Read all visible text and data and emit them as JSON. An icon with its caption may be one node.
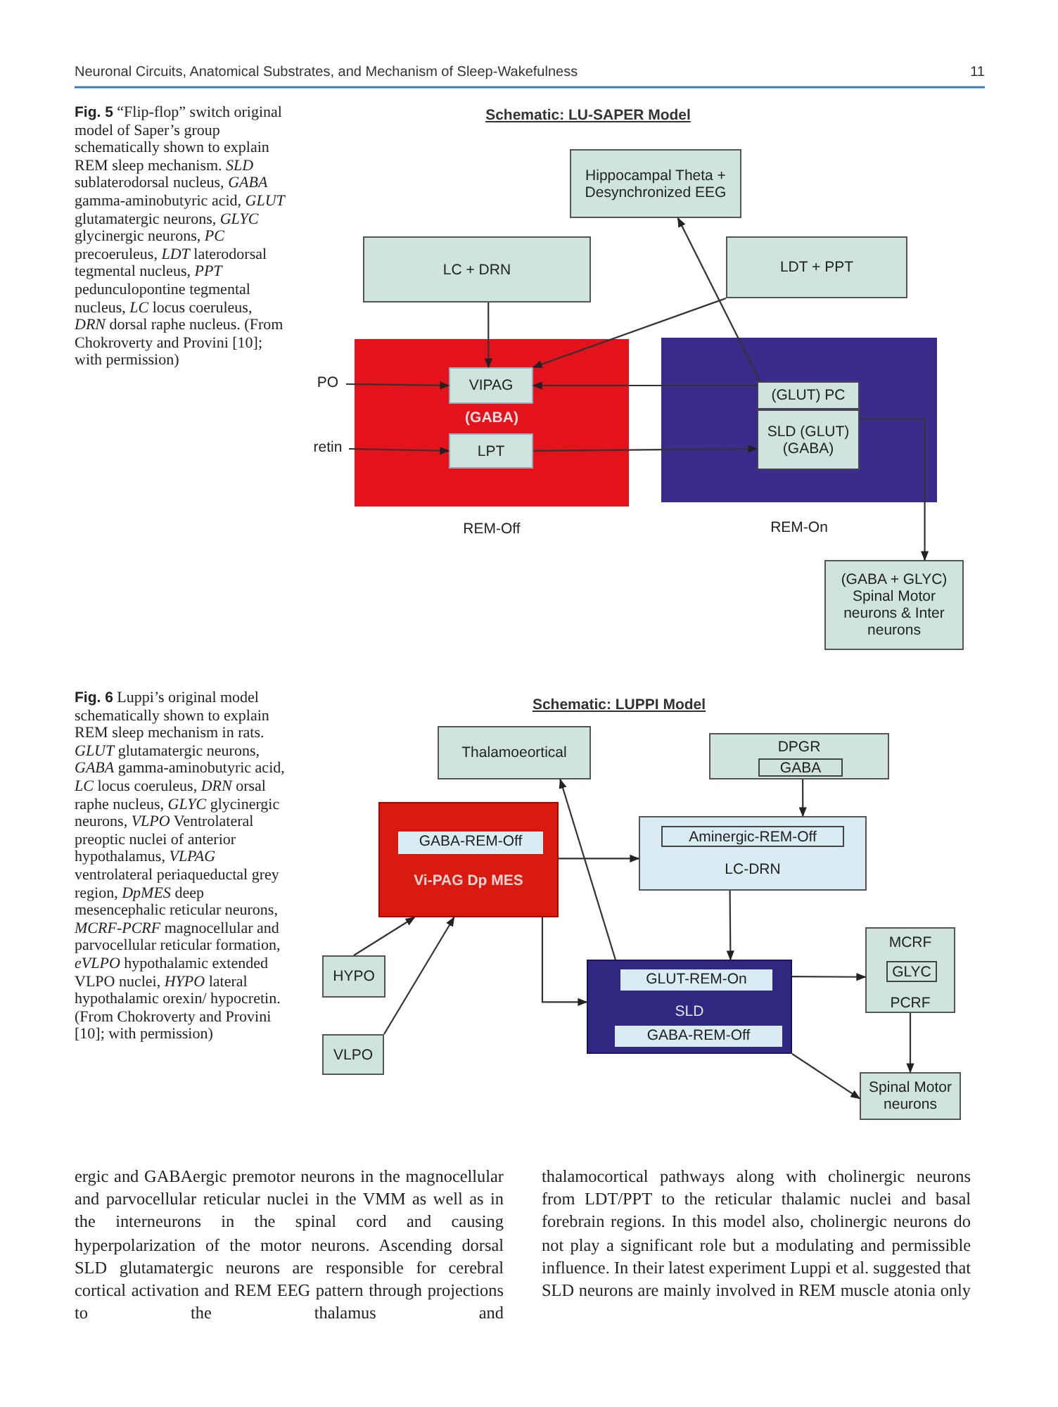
{
  "diagram": {
    "nodes": [
      {
        "text": [
          "(GABA)",
          "REM-Off"
        ]
      },
      {
        "text": [
          "VIPAG"
        ],
        "in": 0
      },
      {
        "text": [
          "LPT"
        ],
        "in": 0
      },
      {
        "text": [
          "REM-On"
        ]
      },
      {
        "text": [
          "(GLUT) PC"
        ],
        "in": 3
      },
      {
        "text": [
          "SLD (GLUT) (GABA)"
        ],
        "in": 3
      },
      {
        "text": [
          "Hippocampal Theta + Desynchronized EEG"
        ]
      },
      {
        "text": [
          "LC + DRN"
        ]
      },
      {
        "text": [
          "LDT + PPT"
        ]
      },
      {
        "text": [
          "PO"
        ]
      },
      {
        "text": [
          "retin"
        ]
      },
      {
        "text": [
          "(GABA + GLYC) Spinal Motor neurons & Inter neurons"
        ]
      },
      {
        "text": [
          "Thalamoeortical"
        ]
      },
      {
        "text": [
          "DPGR"
        ]
      },
      {
        "text": [
          "GABA"
        ],
        "in": 13
      },
      {
        "text": [
          "Vi-PAG Dp MES"
        ]
      },
      {
        "text": [
          "GABA-REM-Off"
        ],
        "in": 15
      },
      {
        "text": [
          "LC-DRN"
        ]
      },
      {
        "text": [
          "Aminergic-REM-Off"
        ],
        "in": 17
      },
      {
        "text": [
          "HYPO"
        ]
      },
      {
        "text": [
          "VLPO"
        ]
      },
      {
        "text": [
          "SLD"
        ]
      },
      {
        "text": [
          "GLUT-REM-On"
        ],
        "in": 21
      },
      {
        "text": [
          "GABA-REM-Off"
        ],
        "in": 21
      },
      {
        "text": [
          "MCRF",
          "PCRF"
        ]
      },
      {
        "text": [
          "GLYC"
        ],
        "in": 24
      },
      {
        "text": [
          "Spinal Motor neurons"
        ]
      }
    ],
    "edges": [
      {
        "from": 7,
        "to": 1,
        "arrow": "to"
      },
      {
        "from": 8,
        "to": 1,
        "arrow": "to"
      },
      {
        "from": 9,
        "to": 1,
        "arrow": "to"
      },
      {
        "from": 10,
        "to": 2,
        "arrow": "to"
      },
      {
        "from": 4,
        "to": 1,
        "arrow": "to"
      },
      {
        "from": 2,
        "to": 5,
        "arrow": "to"
      },
      {
        "from": 4,
        "to": 6,
        "arrow": "to"
      },
      {
        "from": 5,
        "to": 11,
        "arrow": "to"
      },
      {
        "from": 19,
        "to": 15,
        "arrow": "to"
      },
      {
        "from": 20,
        "to": 15,
        "arrow": "to"
      },
      {
        "from": 15,
        "to": 17,
        "arrow": "to"
      },
      {
        "from": 15,
        "to": 21,
        "arrow": "to"
      },
      {
        "from": 21,
        "to": 12,
        "arrow": "to"
      },
      {
        "from": 13,
        "to": 17,
        "arrow": "to"
      },
      {
        "from": 17,
        "to": 21,
        "arrow": "to"
      },
      {
        "from": 21,
        "to": 24,
        "arrow": "to"
      },
      {
        "from": 24,
        "to": 26,
        "arrow": "to"
      },
      {
        "from": 21,
        "to": 26,
        "arrow": "to"
      }
    ],
    "labels": [
      "Neuronal Circuits, Anatomical Substrates, and Mechanism of Sleep-Wakefulness",
      "11",
      "**Fig. 5** “Flip-flop” switch original model of Saper’s group schematically shown to explain REM sleep mechanism. *SLD* sublaterodorsal nucleus, *GABA* gamma-aminobutyric acid, *GLUT* glutamatergic neurons, *GLYC* glycinergic neurons, *PC* precoeruleus, *LDT* laterodorsal tegmental nucleus, *PPT* pedunculopontine tegmental nucleus, *LC* locus coeruleus, *DRN* dorsal raphe nucleus. (From Chokroverty and Provini [10]; with permission)",
      "Schematic: LU-SAPER Model",
      "**Fig. 6** Luppi’s original model schematically shown to explain REM sleep mechanism in rats. *GLUT* glutamatergic neurons, *GABA* gamma-aminobutyric acid, *LC* locus coeruleus, *DRN* orsal raphe nucleus, *GLYC* glycinergic neurons, *VLPO* Ventrolateral preoptic nuclei of anterior hypothalamus, *VLPAG* ventrolateral periaqueductal grey region, *DpMES* deep mesencephalic reticular neurons, *MCRF-PCRF* magnocellular and parvocellular reticular formation, *eVLPO* hypothalamic extended VLPO nuclei, *HYPO* lateral hypothalamic orexin/ hypocretin. (From Chokroverty and Provini [10]; with permission)",
      "Schematic: LUPPI Model",
      "ergic and GABAergic premotor neurons in the magnocellular and parvocellular reticular nuclei in the VMM as well as in the interneurons in the spinal cord and causing hyperpolarization of the motor neurons. Ascending dorsal SLD glutamatergic neurons are responsible for cerebral cortical activation and REM EEG pattern through projections to the thalamus and",
      "thalamocortical pathways along with cholinergic neurons from LDT/PPT to the reticular thalamic nuclei and basal forebrain regions. In this model also, cholinergic neurons do not play a significant role but a modulating and permissible influence. In their latest experiment Luppi et al. suggested that SLD neurons are mainly involved in REM muscle atonia only"
    ]
  }
}
